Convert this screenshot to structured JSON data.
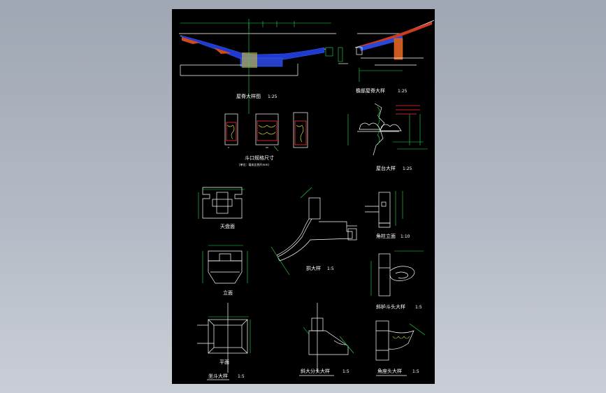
{
  "labels": {
    "roof_ridge": "屋脊大样图",
    "roof_ridge_scale": "1:25",
    "eave_detail": "檐部屋脊大样",
    "eave_detail_scale": "1:25",
    "pedestal": "屋台大样",
    "pedestal_scale": "1:25",
    "dougong_sizes": "斗口规格尺寸",
    "dougong_note": "(单位：毫米比例尺mm)",
    "top_view": "天盘面",
    "front_view": "立面",
    "plan_view": "平面",
    "big_dou": "坐斗大样",
    "big_dou_scale": "1:5",
    "arm_detail": "拱大样",
    "arm_scale": "1:5",
    "column_elev": "角柱立面",
    "column_scale": "1:10",
    "head_detail": "斜栌斗头大样",
    "head_scale": "1:5",
    "mid_head": "斜大分头大样",
    "mid_head_scale": "1:5",
    "end_head": "角座头大样",
    "end_head_scale": "1:5"
  }
}
